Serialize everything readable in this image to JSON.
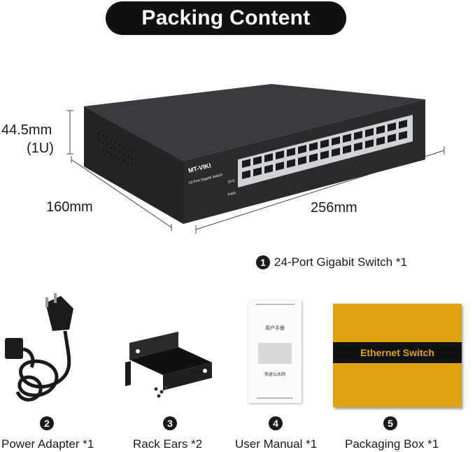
{
  "header": {
    "title": "Packing Content"
  },
  "dimensions": {
    "height": "44.5mm",
    "height_unit": "(1U)",
    "depth": "160mm",
    "width": "256mm"
  },
  "switch_panel": {
    "brand": "MT-VIKI",
    "model": "24-Port Gigabit Switch",
    "sys_label": "SYS",
    "pwr_label": "PWR"
  },
  "items": [
    {
      "number": "1",
      "label": "24-Port Gigabit Switch *1"
    },
    {
      "number": "2",
      "label": "Power Adapter *1"
    },
    {
      "number": "3",
      "label": "Rack Ears *2"
    },
    {
      "number": "4",
      "label": "User Manual *1"
    },
    {
      "number": "5",
      "label": "Packaging Box *1"
    }
  ],
  "manual": {
    "title": "用户手册",
    "subtitle": "快速以太网"
  },
  "box": {
    "label": "Ethernet Switch"
  },
  "colors": {
    "pill": "#111111",
    "switch_body": "#2a2b2d",
    "box_gold": "#e0a112",
    "box_band": "#111111"
  }
}
